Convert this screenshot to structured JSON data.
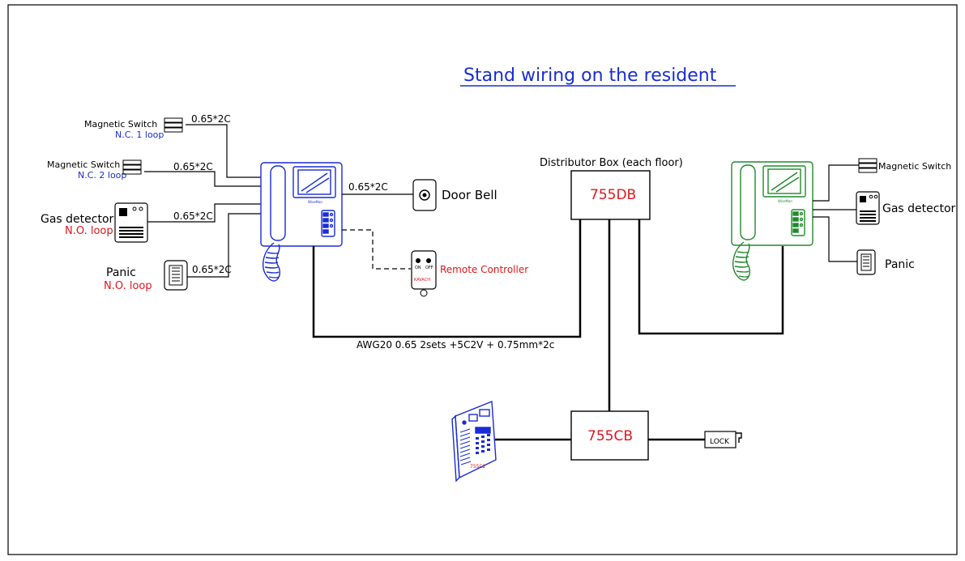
{
  "title": "Stand wiring on the resident",
  "left": {
    "mag1": {
      "name": "Magnetic Switch",
      "loop": "N.C. 1 loop",
      "cable": "0.65*2C"
    },
    "mag2": {
      "name": "Magnetic Switch",
      "loop": "N.C. 2 loop",
      "cable": "0.65*2C"
    },
    "gas": {
      "name": "Gas detector",
      "loop": "N.O. loop",
      "cable": "0.65*2C"
    },
    "panic": {
      "name": "Panic",
      "loop": "N.O. loop",
      "cable": "0.65*2C"
    },
    "doorbell": {
      "name": "Door Bell",
      "cable": "0.65*2C"
    },
    "remote": {
      "name": "Remote Controller",
      "on": "ON",
      "off": "OFF",
      "brand": "KAVACH"
    }
  },
  "distributor": {
    "caption": "Distributor Box (each floor)",
    "model": "755DB"
  },
  "trunk_cable": "AWG20 0.65 2sets +5C2V + 0.75mm*2c",
  "control_box": {
    "model": "755CB"
  },
  "door_station": {
    "model": "755C2"
  },
  "lock": {
    "label": "LOCK"
  },
  "right": {
    "mag": {
      "name": "Magnetic Switch"
    },
    "gas": {
      "name": "Gas detector"
    },
    "panic": {
      "name": "Panic"
    }
  },
  "colors": {
    "blue": "#1a2cd6",
    "green": "#1f8a2a",
    "red": "#e0161d",
    "black": "#000000"
  }
}
